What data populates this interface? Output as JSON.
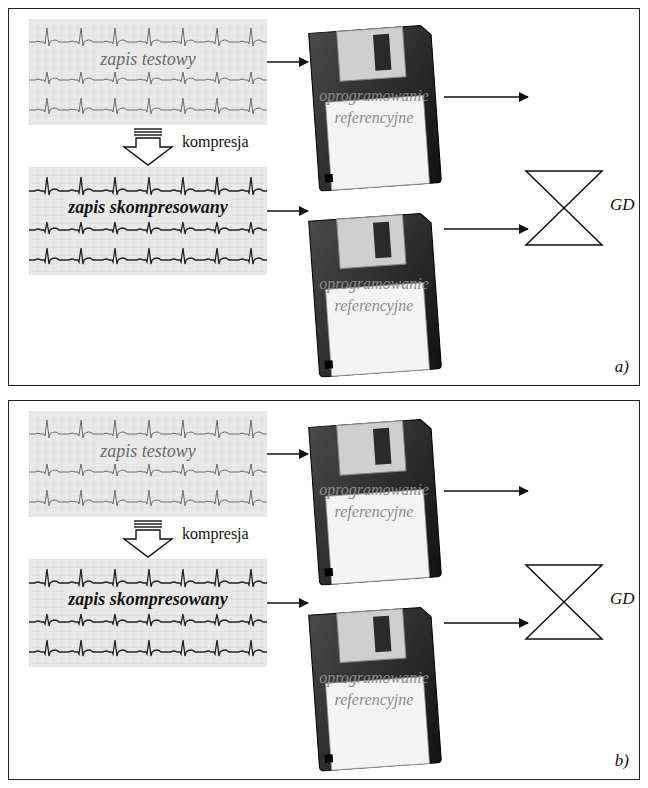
{
  "diagram": {
    "nodes": [
      {
        "text": [
          "a)"
        ]
      },
      {
        "text": [
          "zapis testowy"
        ],
        "in": 0
      },
      {
        "text": [
          "oprogramowanie referencyjne"
        ],
        "in": 0
      },
      {
        "text": [
          "zapis skompresowany"
        ],
        "in": 0
      },
      {
        "text": [
          "oprogramowanie referencyjne"
        ],
        "in": 0
      },
      {
        "text": [
          "GD"
        ],
        "in": 0
      },
      {
        "text": [
          "b)"
        ]
      },
      {
        "text": [
          "zapis testowy"
        ],
        "in": 6
      },
      {
        "text": [
          "oprogramowanie referencyjne"
        ],
        "in": 6
      },
      {
        "text": [
          "zapis skompresowany"
        ],
        "in": 6
      },
      {
        "text": [
          "oprogramowanie referencyjne"
        ],
        "in": 6
      },
      {
        "text": [
          "GD"
        ],
        "in": 6
      }
    ],
    "edges": [
      {
        "from": 1,
        "to": 2,
        "arrow": "to"
      },
      {
        "from": 1,
        "to": 3,
        "label": "kompresja",
        "arrow": "to"
      },
      {
        "from": 3,
        "to": 4,
        "arrow": "to"
      },
      {
        "from": 2,
        "to": 5,
        "arrow": "to"
      },
      {
        "from": 4,
        "to": 5,
        "arrow": "to"
      },
      {
        "from": 7,
        "to": 8,
        "arrow": "to"
      },
      {
        "from": 7,
        "to": 9,
        "label": "kompresja",
        "arrow": "to"
      },
      {
        "from": 9,
        "to": 10,
        "arrow": "to"
      },
      {
        "from": 8,
        "to": 11,
        "arrow": "to"
      },
      {
        "from": 10,
        "to": 11,
        "arrow": "to"
      }
    ]
  }
}
